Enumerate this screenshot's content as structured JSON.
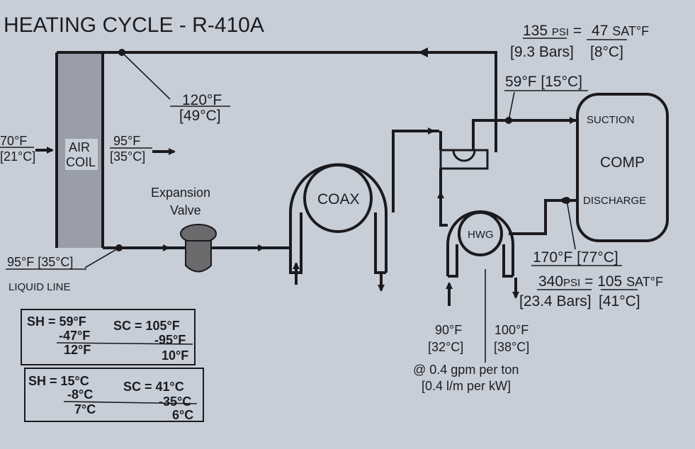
{
  "title": "HEATING CYCLE - R-410A",
  "colors": {
    "background": "#c8ced7",
    "air_coil_fill": "#9a9ea8",
    "line": "#1a1a1f",
    "valve": "#6b6b6e"
  },
  "suction_pressure": {
    "psi_value": "135",
    "psi_unit": "PSI",
    "equals": "=",
    "sat_value": "47",
    "sat_unit": "SAT°F",
    "bars": "[9.3 Bars]",
    "sat_c": "[8°C]"
  },
  "suction_temp": "59°F [15°C]",
  "vapor_line_temp": {
    "f": "120°F",
    "c": "[49°C]"
  },
  "air_in": {
    "f": "70°F",
    "c": "[21°C]"
  },
  "air_coil": {
    "line1": "AIR",
    "line2": "COIL"
  },
  "air_out": {
    "f": "95°F",
    "c": "[35°C]"
  },
  "expansion_valve": {
    "line1": "Expansion",
    "line2": "Valve"
  },
  "liquid_line": {
    "temp": "95°F [35°C]",
    "label": "LIQUID LINE"
  },
  "coax_label": "COAX",
  "hwg_label": "HWG",
  "compressor": {
    "suction": "SUCTION",
    "label": "COMP",
    "discharge": "DISCHARGE"
  },
  "discharge_temp": "170°F [77°C]",
  "discharge_pressure": {
    "psi_value": "340",
    "psi_unit": "PSI",
    "equals": "=",
    "sat_value": "105",
    "sat_unit": "SAT°F",
    "bars": "[23.4 Bars]",
    "sat_c": "[41°C]"
  },
  "water_in": {
    "f": "90°F",
    "c": "[32°C]"
  },
  "water_out": {
    "f": "100°F",
    "c": "[38°C]"
  },
  "flow": {
    "line1": "@ 0.4 gpm per ton",
    "line2": "[0.4 l/m per kW]"
  },
  "calc_f": {
    "sh": "SH = 59°F",
    "sh_minus": "-47°F",
    "sh_result": "12°F",
    "sc": "SC = 105°F",
    "sc_minus": "-95°F",
    "sc_result": "10°F"
  },
  "calc_c": {
    "sh": "SH = 15°C",
    "sh_minus": "-8°C",
    "sh_result": "7°C",
    "sc": "SC = 41°C",
    "sc_minus": "-35°C",
    "sc_result": "6°C"
  }
}
